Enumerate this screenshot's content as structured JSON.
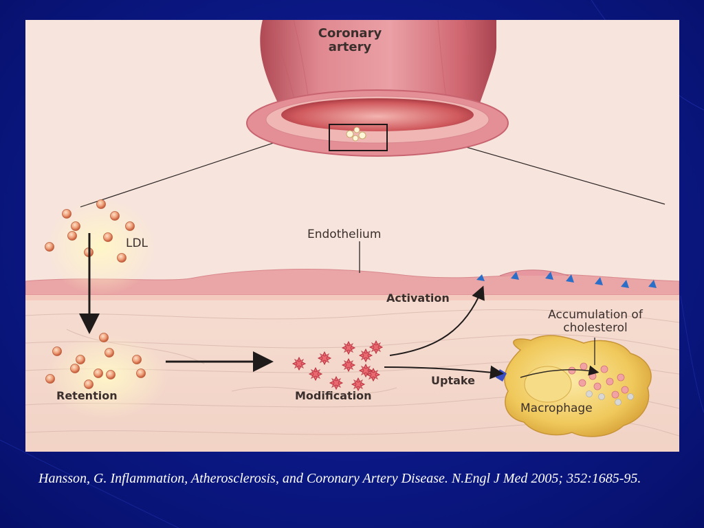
{
  "labels": {
    "coronary_artery": "Coronary\nartery",
    "ldl": "LDL",
    "endothelium": "Endothelium",
    "activation": "Activation",
    "accumulation": "Accumulation of\ncholesterol",
    "retention": "Retention",
    "modification": "Modification",
    "uptake": "Uptake",
    "macrophage": "Macrophage"
  },
  "citation": {
    "text": "Hansson, G. Inflammation, Atherosclerosis, and Coronary Artery  Disease. N.Engl J Med 2005; 352:1685-95."
  },
  "colors": {
    "background": "#0c1a8a",
    "panel": "#f7e4dc",
    "artery": "#d9727c",
    "ldl_particle": "#e8916f",
    "modified_ldl": "#e0505a",
    "macrophage": "#f1cf63",
    "endothelial_activation": "#2a6ec8",
    "citation_text": "#ffffff"
  }
}
